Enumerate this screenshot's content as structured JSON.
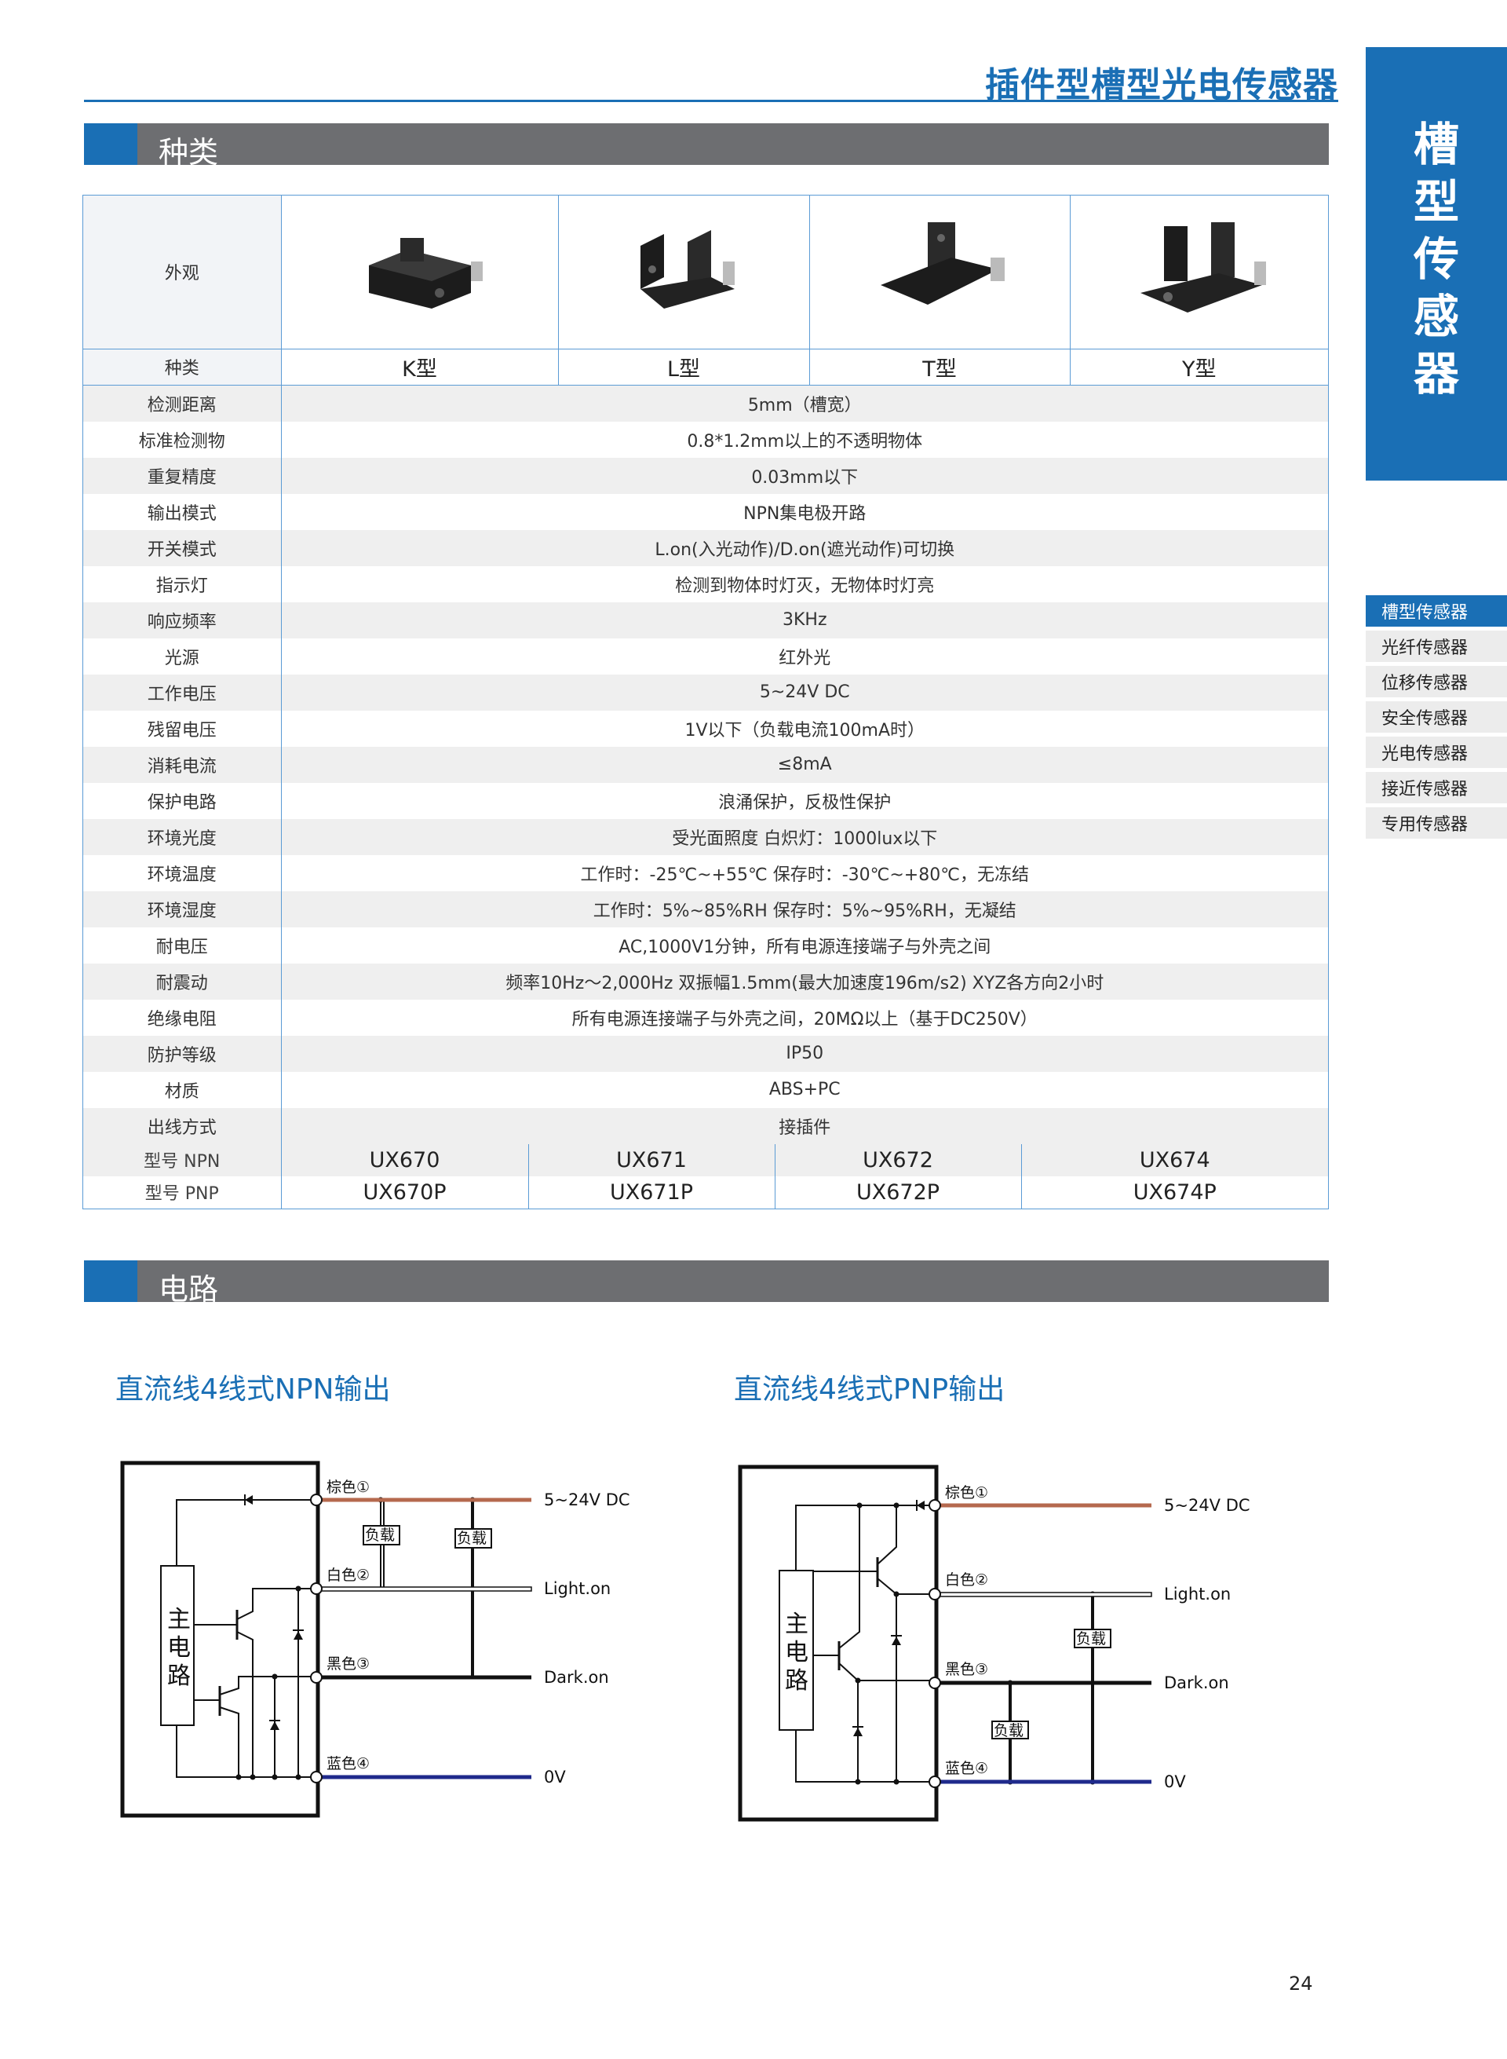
{
  "header": {
    "title": "插件型槽型光电传感器"
  },
  "side_block": {
    "chars": [
      "槽",
      "型",
      "传",
      "感",
      "器"
    ]
  },
  "sidenav": {
    "items": [
      "槽型传感器",
      "光纤传感器",
      "位移传感器",
      "安全传感器",
      "光电传感器",
      "接近传感器",
      "专用传感器"
    ]
  },
  "section1": {
    "title": "种类"
  },
  "table": {
    "appearance_label": "外观",
    "type_label": "种类",
    "types": [
      "K型",
      "L型",
      "T型",
      "Y型"
    ],
    "rows": [
      {
        "label": "检测距离",
        "value": "5mm（槽宽）"
      },
      {
        "label": "标准检测物",
        "value": "0.8*1.2mm以上的不透明物体"
      },
      {
        "label": "重复精度",
        "value": "0.03mm以下"
      },
      {
        "label": "输出模式",
        "value": "NPN集电极开路"
      },
      {
        "label": "开关模式",
        "value": "L.on(入光动作)/D.on(遮光动作)可切换"
      },
      {
        "label": "指示灯",
        "value": "检测到物体时灯灭，无物体时灯亮"
      },
      {
        "label": "响应频率",
        "value": "3KHz"
      },
      {
        "label": "光源",
        "value": "红外光"
      },
      {
        "label": "工作电压",
        "value": "5~24V DC"
      },
      {
        "label": "残留电压",
        "value": "1V以下（负载电流100mA时）"
      },
      {
        "label": "消耗电流",
        "value": "≤8mA"
      },
      {
        "label": "保护电路",
        "value": "浪涌保护，反极性保护"
      },
      {
        "label": "环境光度",
        "value": "受光面照度 白炽灯：1000lux以下"
      },
      {
        "label": "环境温度",
        "value": "工作时：-25℃~+55℃  保存时：-30℃~+80℃，无冻结"
      },
      {
        "label": "环境湿度",
        "value": "工作时：5%~85%RH  保存时：5%~95%RH，无凝结"
      },
      {
        "label": "耐电压",
        "value": "AC,1000V1分钟，所有电源连接端子与外壳之间"
      },
      {
        "label": "耐震动",
        "value": "频率10Hz～2,000Hz   双振幅1.5mm(最大加速度196m/s2)   XYZ各方向2小时"
      },
      {
        "label": "绝缘电阻",
        "value": "所有电源连接端子与外壳之间，20MΩ以上（基于DC250V）"
      },
      {
        "label": "防护等级",
        "value": "IP50"
      },
      {
        "label": "材质",
        "value": "ABS+PC"
      },
      {
        "label": "出线方式",
        "value": "接插件"
      }
    ],
    "models": [
      {
        "label": "型号   NPN",
        "values": [
          "UX670",
          "UX671",
          "UX672",
          "UX674"
        ]
      },
      {
        "label": "型号   PNP",
        "values": [
          "UX670P",
          "UX671P",
          "UX672P",
          "UX674P"
        ]
      }
    ]
  },
  "section2": {
    "title": "电路"
  },
  "circuits": {
    "npn_title": "直流线4线式NPN输出",
    "pnp_title": "直流线4线式PNP输出",
    "main_circuit": [
      "主",
      "电",
      "路"
    ],
    "wires": [
      "棕色①",
      "白色②",
      "黑色③",
      "蓝色④"
    ],
    "outputs": [
      "5~24V DC",
      "Light.on",
      "Dark.on",
      "0V"
    ],
    "load": "负载",
    "colors": {
      "brown": "#b5694e",
      "blue": "#1f2a8c",
      "black": "#111111"
    }
  },
  "page_number": "24"
}
